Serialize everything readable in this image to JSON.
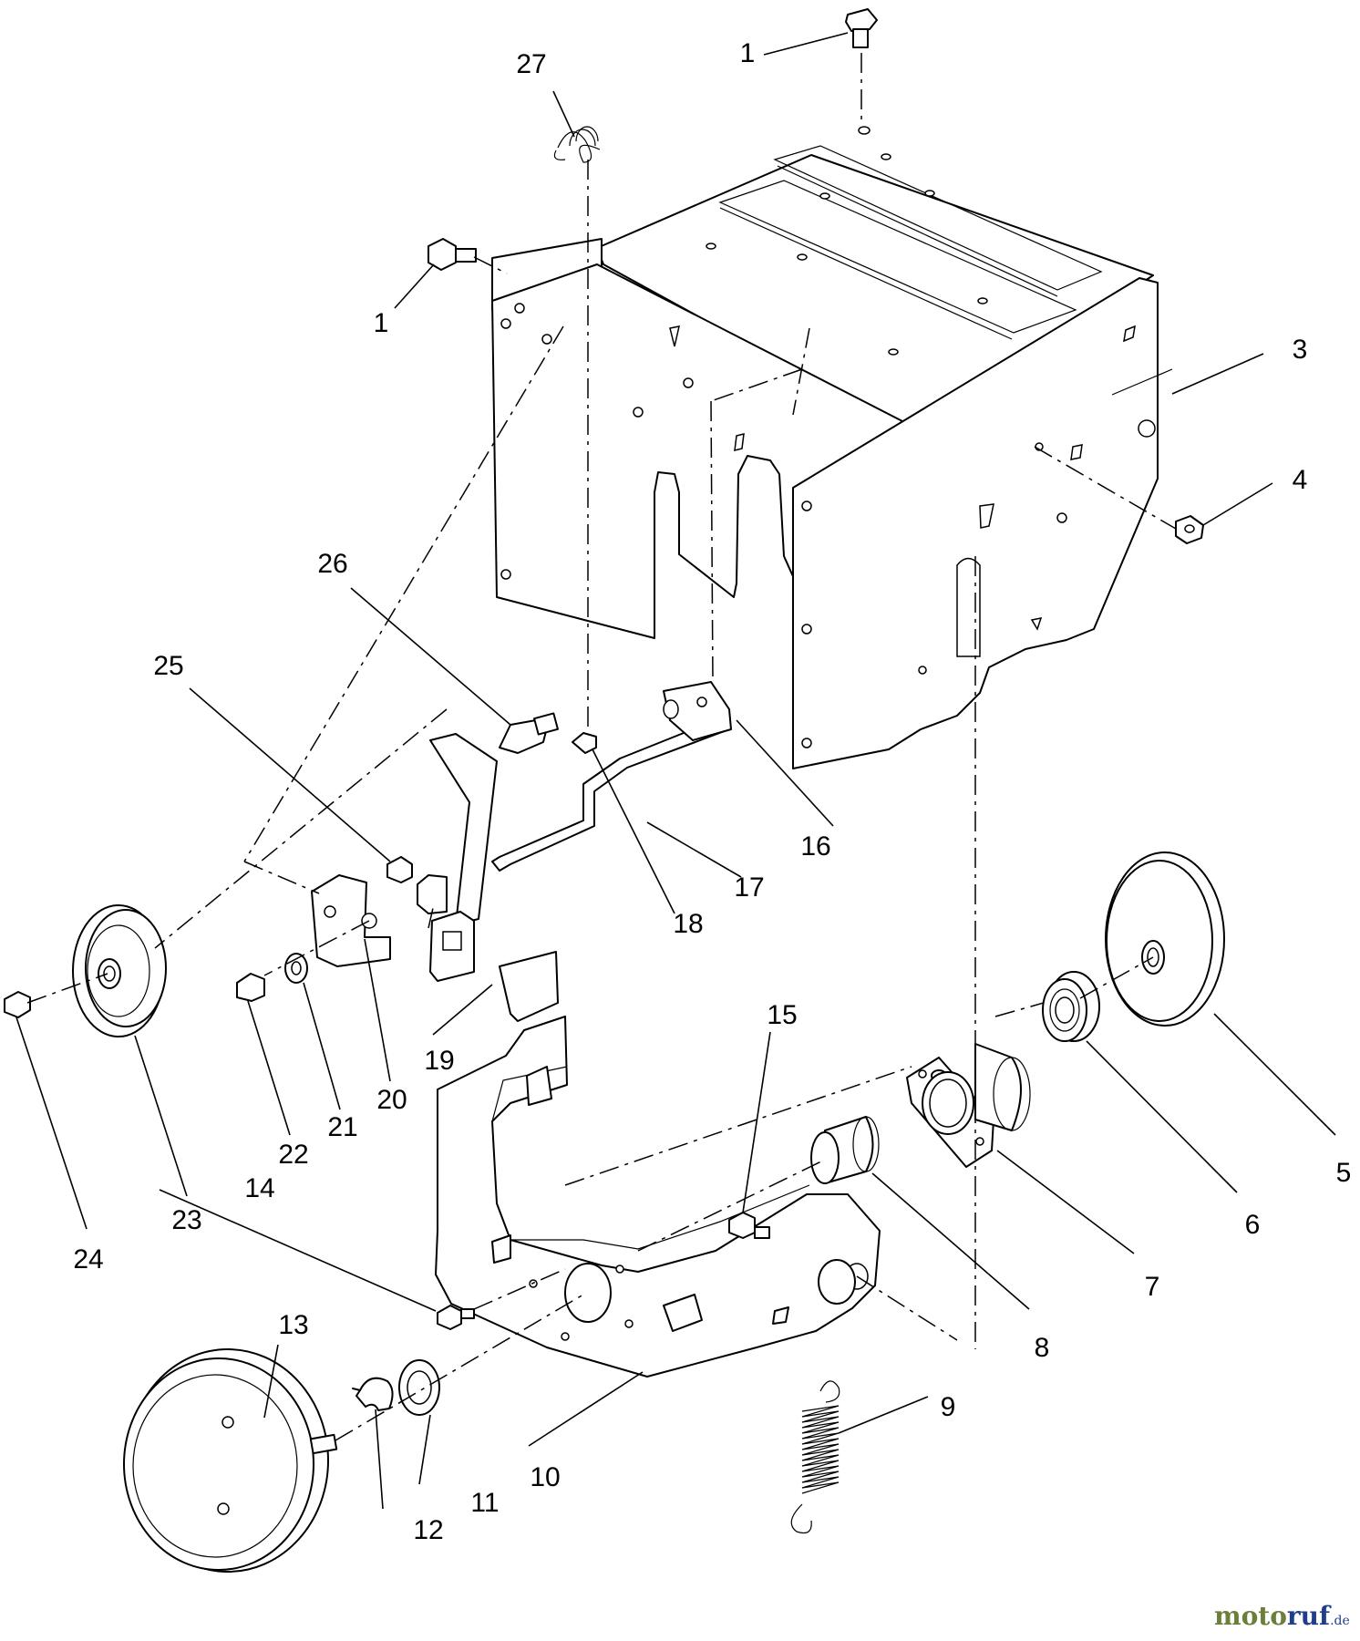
{
  "callouts": {
    "c1a": "1",
    "c1b": "1",
    "c3": "3",
    "c4": "4",
    "c5": "5",
    "c6": "6",
    "c7": "7",
    "c8": "8",
    "c9": "9",
    "c10": "10",
    "c11": "11",
    "c12": "12",
    "c13": "13",
    "c14": "14",
    "c15": "15",
    "c16": "16",
    "c17": "17",
    "c18": "18",
    "c19": "19",
    "c20": "20",
    "c21": "21",
    "c22": "22",
    "c23": "23",
    "c24": "24",
    "c25": "25",
    "c26": "26",
    "c27": "27"
  },
  "watermark": {
    "brand": "motoruf",
    "suffix": ".de",
    "color_a": "#6b7f3a",
    "color_b": "#1f3f8a"
  }
}
